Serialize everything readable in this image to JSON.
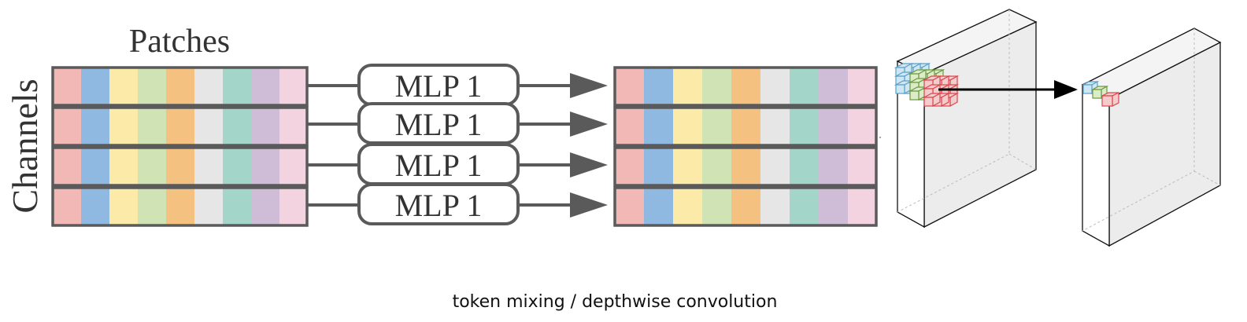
{
  "labels": {
    "patches": "Patches",
    "channels": "Channels",
    "mlp": [
      "MLP 1",
      "MLP 1",
      "MLP 1",
      "MLP 1"
    ],
    "caption": "token mixing / depthwise convolution"
  },
  "colors": {
    "stripes": [
      "#f2b8b5",
      "#8fb9e1",
      "#fbeaa8",
      "#cfe3b5",
      "#f5c181",
      "#e6e6e6",
      "#a3d5c9",
      "#cfbcd6",
      "#f2d3df"
    ],
    "frame": "#5a5a5a",
    "cube_red": "#f4cccc",
    "cube_red_edge": "#d9474f",
    "cube_blue": "#cfe7f3",
    "cube_blue_edge": "#5ba0c9",
    "cube_green": "#dcebc8",
    "cube_green_edge": "#6b9a3f",
    "slab_face": "#efefef"
  }
}
